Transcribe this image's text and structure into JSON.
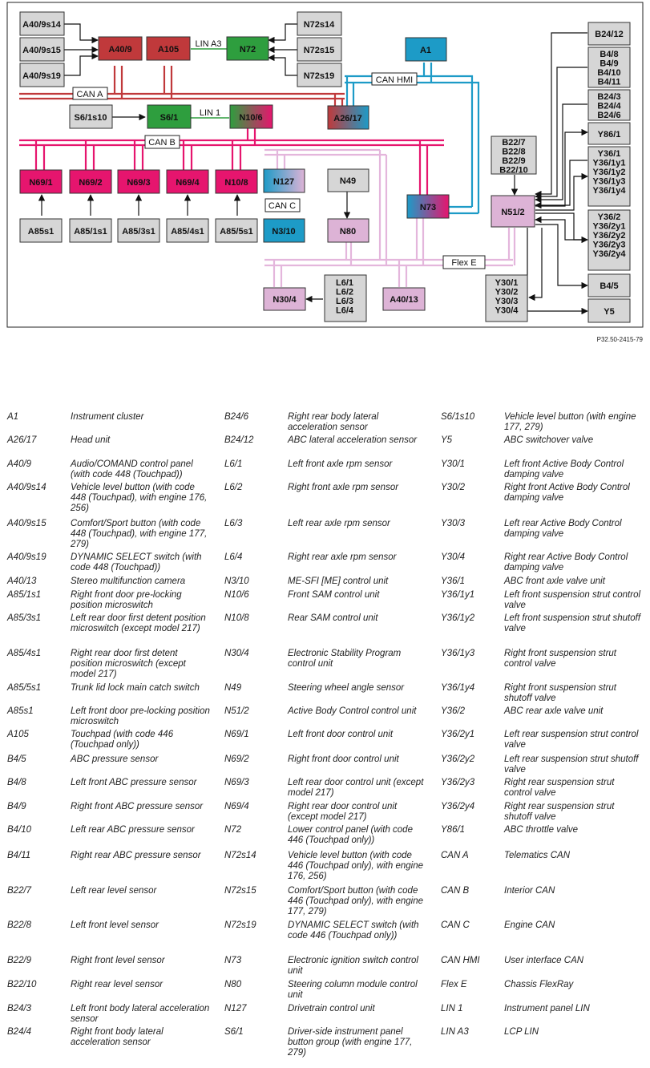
{
  "diagram": {
    "nodes": [
      {
        "id": "A40/9s14",
        "color": "gray"
      },
      {
        "id": "A40/9s15",
        "color": "gray"
      },
      {
        "id": "A40/9s19",
        "color": "gray"
      },
      {
        "id": "A40/9",
        "color": "darkred"
      },
      {
        "id": "A105",
        "color": "darkred"
      },
      {
        "id": "N72",
        "color": "green"
      },
      {
        "id": "N72s14",
        "color": "gray"
      },
      {
        "id": "N72s15",
        "color": "gray"
      },
      {
        "id": "N72s19",
        "color": "gray"
      },
      {
        "id": "A1",
        "color": "blue"
      },
      {
        "id": "S6/1s10",
        "color": "gray"
      },
      {
        "id": "S6/1",
        "color": "green"
      },
      {
        "id": "N10/6",
        "color": "grad-green-pink"
      },
      {
        "id": "A26/17",
        "color": "grad-red-blue"
      },
      {
        "id": "N69/1",
        "color": "pink"
      },
      {
        "id": "N69/2",
        "color": "pink"
      },
      {
        "id": "N69/3",
        "color": "pink"
      },
      {
        "id": "N69/4",
        "color": "pink"
      },
      {
        "id": "N10/8",
        "color": "pink"
      },
      {
        "id": "N127",
        "color": "grad-blue-lilac"
      },
      {
        "id": "N49",
        "color": "gray"
      },
      {
        "id": "N3/10",
        "color": "blue"
      },
      {
        "id": "N80",
        "color": "lilac"
      },
      {
        "id": "N73",
        "color": "grad-blue-pink"
      },
      {
        "id": "A85s1",
        "color": "gray"
      },
      {
        "id": "A85/1s1",
        "color": "gray"
      },
      {
        "id": "A85/3s1",
        "color": "gray"
      },
      {
        "id": "A85/4s1",
        "color": "gray"
      },
      {
        "id": "A85/5s1",
        "color": "gray"
      },
      {
        "id": "B22/7\nB22/8\nB22/9\nB22/10",
        "color": "gray"
      },
      {
        "id": "N51/2",
        "color": "lilac"
      },
      {
        "id": "B24/12",
        "color": "gray"
      },
      {
        "id": "B4/8\nB4/9\nB4/10\nB4/11",
        "color": "gray"
      },
      {
        "id": "B24/3\nB24/4\nB24/6",
        "color": "gray"
      },
      {
        "id": "Y86/1",
        "color": "gray"
      },
      {
        "id": "Y36/1\nY36/1y1\nY36/1y2\nY36/1y3\nY36/1y4",
        "color": "gray"
      },
      {
        "id": "Y36/2\nY36/2y1\nY36/2y2\nY36/2y3\nY36/2y4",
        "color": "gray"
      },
      {
        "id": "B4/5",
        "color": "gray"
      },
      {
        "id": "Y5",
        "color": "gray"
      },
      {
        "id": "N30/4",
        "color": "lilac"
      },
      {
        "id": "L6/1\nL6/2\nL6/3\nL6/4",
        "color": "gray"
      },
      {
        "id": "A40/13",
        "color": "lilac"
      },
      {
        "id": "Y30/1\nY30/2\nY30/3\nY30/4",
        "color": "gray"
      }
    ],
    "net_labels": {
      "lin_a3": "LIN A3",
      "can_a": "CAN A",
      "can_hmi": "CAN HMI",
      "lin_1": "LIN 1",
      "can_b": "CAN B",
      "can_c": "CAN C",
      "flex_e": "Flex E"
    },
    "colors": {
      "gray": "#d6d6d6",
      "darkred": "#c0393b",
      "green": "#2e9e3e",
      "blue": "#1d9bc7",
      "pink": "#e6156e",
      "lilac": "#ddb3d6",
      "can_a_line": "#c0393b",
      "can_b_line": "#e6156e",
      "can_hmi_line": "#1d9bc7",
      "flex_e_line": "#e4b6dc",
      "lin_line": "#2e9e3e"
    }
  },
  "ref_code": "P32.50-2415-79",
  "legend": [
    [
      {
        "code": "A1",
        "desc": "Instrument cluster"
      },
      {
        "code": "B24/6",
        "desc": "Right rear body lateral acceleration sensor"
      },
      {
        "code": "S6/1s10",
        "desc": "Vehicle level button (with engine 177, 279)"
      }
    ],
    [
      {
        "code": "A26/17",
        "desc": "Head unit"
      },
      {
        "code": "B24/12",
        "desc": "ABC lateral acceleration sensor"
      },
      {
        "code": "Y5",
        "desc": "ABC switchover valve"
      }
    ],
    [
      {
        "code": "A40/9",
        "desc": "Audio/COMAND control panel (with code 448 (Touchpad))"
      },
      {
        "code": "L6/1",
        "desc": "Left front axle rpm sensor"
      },
      {
        "code": "Y30/1",
        "desc": "Left front Active Body Control damping valve"
      }
    ],
    [
      {
        "code": "A40/9s14",
        "desc": "Vehicle level button (with code 448 (Touchpad), with engine 176, 256)"
      },
      {
        "code": "L6/2",
        "desc": "Right front axle rpm sensor"
      },
      {
        "code": "Y30/2",
        "desc": "Right front Active Body Control damping valve"
      }
    ],
    [
      {
        "code": "A40/9s15",
        "desc": "Comfort/Sport button (with code 448 (Touchpad), with engine 177, 279)"
      },
      {
        "code": "L6/3",
        "desc": "Left rear axle rpm sensor"
      },
      {
        "code": "Y30/3",
        "desc": "Left rear Active Body Control damping valve"
      }
    ],
    [
      {
        "code": "A40/9s19",
        "desc": "DYNAMIC SELECT switch (with code 448 (Touchpad))"
      },
      {
        "code": "L6/4",
        "desc": "Right rear axle rpm sensor"
      },
      {
        "code": "Y30/4",
        "desc": "Right rear Active Body Control damping valve"
      }
    ],
    [
      {
        "code": "A40/13",
        "desc": "Stereo multifunction camera"
      },
      {
        "code": "N3/10",
        "desc": "ME-SFI [ME] control unit"
      },
      {
        "code": "Y36/1",
        "desc": "ABC front axle valve unit"
      }
    ],
    [
      {
        "code": "A85/1s1",
        "desc": "Right front door pre-locking position microswitch"
      },
      {
        "code": "N10/6",
        "desc": "Front SAM control unit"
      },
      {
        "code": "Y36/1y1",
        "desc": "Left front suspension strut control valve"
      }
    ],
    [
      {
        "code": "A85/3s1",
        "desc": "Left rear door first detent position microswitch (except model 217)"
      },
      {
        "code": "N10/8",
        "desc": "Rear SAM control unit"
      },
      {
        "code": "Y36/1y2",
        "desc": "Left front suspension strut shutoff valve"
      }
    ],
    [
      {
        "code": "A85/4s1",
        "desc": "Right rear door first detent position microswitch (except model 217)"
      },
      {
        "code": "N30/4",
        "desc": "Electronic Stability Program control unit"
      },
      {
        "code": "Y36/1y3",
        "desc": "Right front suspension strut control valve"
      }
    ],
    [
      {
        "code": "A85/5s1",
        "desc": "Trunk lid lock main catch switch"
      },
      {
        "code": "N49",
        "desc": "Steering wheel angle sensor"
      },
      {
        "code": "Y36/1y4",
        "desc": "Right front suspension strut shutoff valve"
      }
    ],
    [
      {
        "code": "A85s1",
        "desc": "Left front door pre-locking position microswitch"
      },
      {
        "code": "N51/2",
        "desc": "Active Body Control control unit"
      },
      {
        "code": "Y36/2",
        "desc": "ABC rear axle valve unit"
      }
    ],
    [
      {
        "code": "A105",
        "desc": "Touchpad (with code 446 (Touchpad only))"
      },
      {
        "code": "N69/1",
        "desc": "Left front door control unit"
      },
      {
        "code": "Y36/2y1",
        "desc": "Left rear suspension strut control valve"
      }
    ],
    [
      {
        "code": "B4/5",
        "desc": "ABC pressure sensor"
      },
      {
        "code": "N69/2",
        "desc": "Right front door control unit"
      },
      {
        "code": "Y36/2y2",
        "desc": "Left rear suspension strut shutoff valve"
      }
    ],
    [
      {
        "code": "B4/8",
        "desc": "Left front ABC pressure sensor"
      },
      {
        "code": "N69/3",
        "desc": "Left rear door control unit (except model 217)"
      },
      {
        "code": "Y36/2y3",
        "desc": "Right rear suspension strut control valve"
      }
    ],
    [
      {
        "code": "B4/9",
        "desc": "Right front ABC pressure sensor"
      },
      {
        "code": "N69/4",
        "desc": "Right rear door control unit (except model 217)"
      },
      {
        "code": "Y36/2y4",
        "desc": "Right rear suspension strut shutoff valve"
      }
    ],
    [
      {
        "code": "B4/10",
        "desc": "Left rear ABC pressure sensor"
      },
      {
        "code": "N72",
        "desc": "Lower control panel (with code 446 (Touchpad only))"
      },
      {
        "code": "Y86/1",
        "desc": "ABC throttle valve"
      }
    ],
    [
      {
        "code": "B4/11",
        "desc": "Right rear ABC pressure sensor"
      },
      {
        "code": "N72s14",
        "desc": "Vehicle level button (with code 446 (Touchpad only), with engine 176, 256)"
      },
      {
        "code": "CAN A",
        "desc": "Telematics CAN"
      }
    ],
    [
      {
        "code": "B22/7",
        "desc": "Left rear level sensor"
      },
      {
        "code": "N72s15",
        "desc": "Comfort/Sport button (with code 446 (Touchpad only), with engine 177, 279)"
      },
      {
        "code": "CAN B",
        "desc": "Interior CAN"
      }
    ],
    [
      {
        "code": "B22/8",
        "desc": "Left front level sensor"
      },
      {
        "code": "N72s19",
        "desc": "DYNAMIC SELECT switch (with code 446 (Touchpad only))"
      },
      {
        "code": "CAN C",
        "desc": "Engine CAN"
      }
    ],
    [
      {
        "code": "B22/9",
        "desc": "Right front level sensor"
      },
      {
        "code": "N73",
        "desc": "Electronic ignition switch control unit"
      },
      {
        "code": "CAN HMI",
        "desc": "User interface CAN"
      }
    ],
    [
      {
        "code": "B22/10",
        "desc": "Right rear level sensor"
      },
      {
        "code": "N80",
        "desc": "Steering column module control unit"
      },
      {
        "code": "Flex E",
        "desc": "Chassis FlexRay"
      }
    ],
    [
      {
        "code": "B24/3",
        "desc": "Left front body lateral acceleration sensor"
      },
      {
        "code": "N127",
        "desc": "Drivetrain control unit"
      },
      {
        "code": "LIN 1",
        "desc": "Instrument panel LIN"
      }
    ],
    [
      {
        "code": "B24/4",
        "desc": "Right front body lateral acceleration sensor"
      },
      {
        "code": "S6/1",
        "desc": "Driver-side instrument panel button group (with engine 177, 279)"
      },
      {
        "code": "LIN A3",
        "desc": "LCP LIN"
      }
    ]
  ]
}
